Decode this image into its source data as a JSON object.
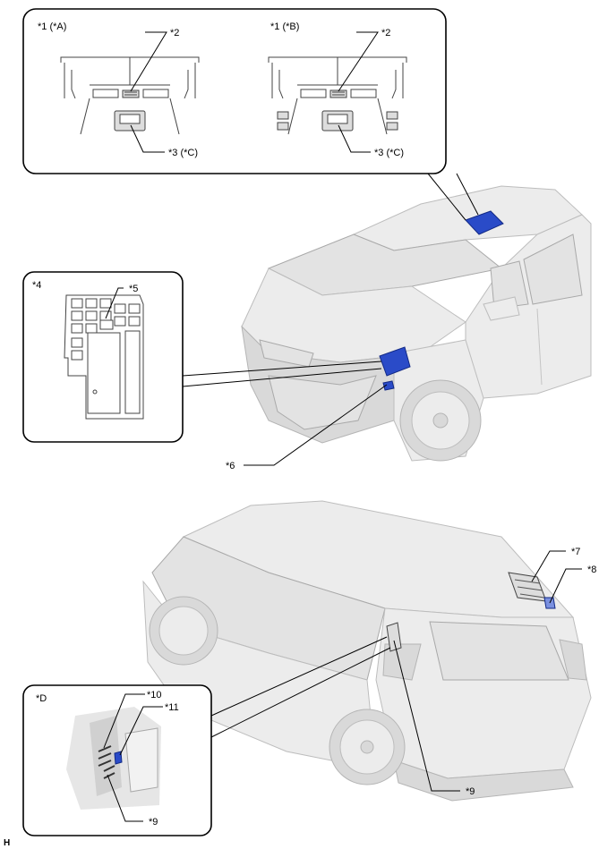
{
  "labels": {
    "top_left_title": "*1 (*A)",
    "top_right_title": "*1 (*B)",
    "top_left_2": "*2",
    "top_right_2": "*2",
    "top_left_3": "*3 (*C)",
    "top_right_3": "*3 (*C)",
    "box4_title": "*4",
    "box4_5": "*5",
    "label_6": "*6",
    "label_7": "*7",
    "label_8": "*8",
    "label_9": "*9",
    "boxD_title": "*D",
    "boxD_10": "*10",
    "boxD_11": "*11",
    "boxD_9": "*9",
    "corner": "H"
  },
  "colors": {
    "part_highlight": "#2a4bc8",
    "car_body": "#ececec",
    "outline": "#000000"
  },
  "icons": [
    "overhead-console-diagram",
    "junction-block-diagram",
    "vehicle-front-view",
    "vehicle-rear-view",
    "rear-quarter-detail"
  ]
}
